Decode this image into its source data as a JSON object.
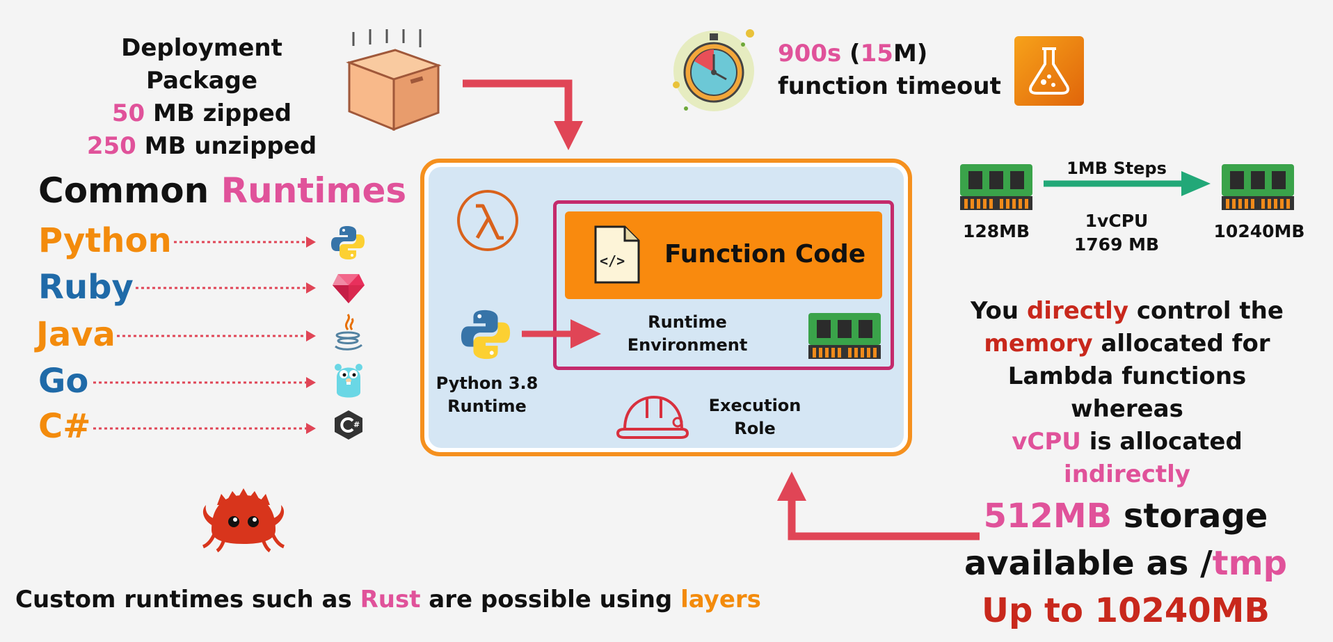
{
  "deployment": {
    "title": "Deployment Package",
    "zipped_value": "50",
    "zipped_label": " MB zipped",
    "unzipped_value": "250",
    "unzipped_label": " MB unzipped"
  },
  "timeout": {
    "seconds": "900s",
    "open": " (",
    "minutes": "15",
    "m": "M)",
    "label": "function timeout"
  },
  "runtimes": {
    "title_a": "Common ",
    "title_b": "Runtimes",
    "items": [
      {
        "label": "Python",
        "icon": "python-icon",
        "color": "#f38b0c"
      },
      {
        "label": "Ruby",
        "icon": "ruby-icon",
        "color": "#1f6aa8"
      },
      {
        "label": "Java",
        "icon": "java-icon",
        "color": "#f38b0c"
      },
      {
        "label": "Go",
        "icon": "go-gopher-icon",
        "color": "#1f6aa8"
      },
      {
        "label": "C#",
        "icon": "csharp-icon",
        "color": "#f38b0c"
      }
    ]
  },
  "lambda": {
    "function_code": "Function Code",
    "runtime_env_1": "Runtime",
    "runtime_env_2": "Environment",
    "python_runtime_1": "Python 3.8",
    "python_runtime_2": "Runtime",
    "exec_role_1": "Execution",
    "exec_role_2": "Role"
  },
  "memory": {
    "steps": "1MB Steps",
    "min": "128MB",
    "vcpu_1": "1vCPU",
    "vcpu_2": "1769 MB",
    "max": "10240MB",
    "desc": {
      "p1": "You ",
      "p2": "directly",
      "p3": " control the",
      "p4": "memory",
      "p5": " allocated for",
      "p6": "Lambda functions whereas",
      "p7": "vCPU",
      "p8": " is allocated ",
      "p9": "indirectly"
    }
  },
  "storage": {
    "size": "512MB",
    "storage": " storage",
    "avail": "available as /",
    "tmp": "tmp",
    "upto": "Up to 10240MB"
  },
  "custom": {
    "p1": "Custom runtimes such as ",
    "rust": "Rust",
    "p2": " are possible using ",
    "layers": "layers"
  },
  "colors": {
    "pink": "#e0529a",
    "orange": "#f38b0c",
    "blue": "#1f6aa8",
    "dark_red": "#c8281c",
    "arrow_red": "#e04556",
    "green": "#22a878"
  }
}
